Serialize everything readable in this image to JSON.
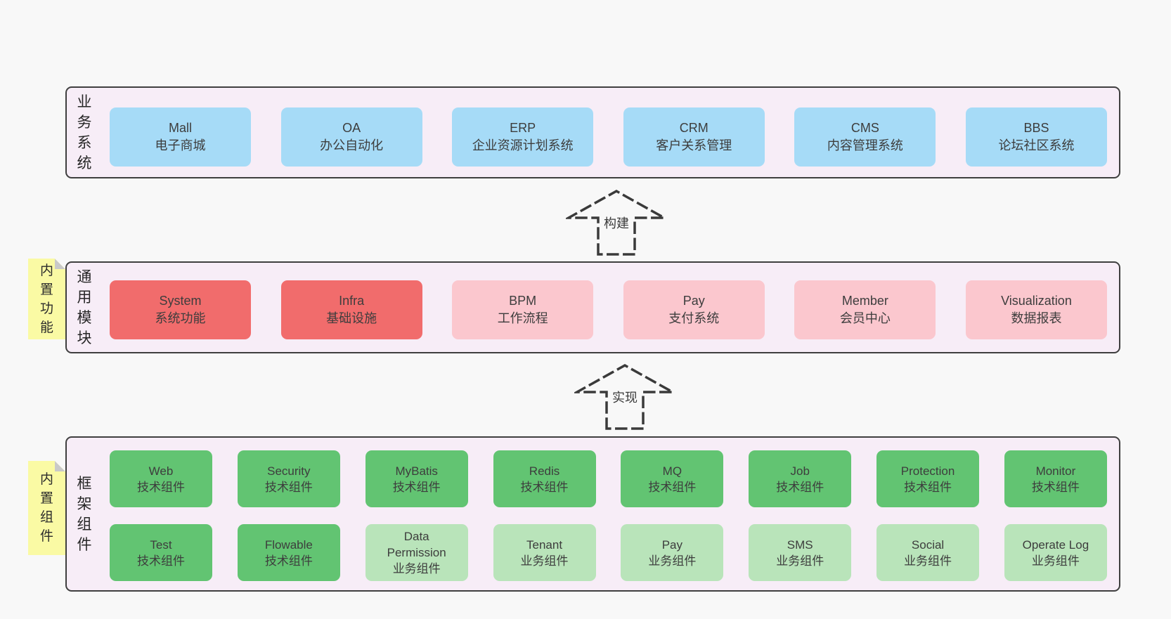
{
  "diagram": {
    "layers": {
      "business": {
        "label": "业务系统",
        "boxes": [
          {
            "en": "Mall",
            "zh": "电子商城"
          },
          {
            "en": "OA",
            "zh": "办公自动化"
          },
          {
            "en": "ERP",
            "zh": "企业资源计划系统"
          },
          {
            "en": "CRM",
            "zh": "客户关系管理"
          },
          {
            "en": "CMS",
            "zh": "内容管理系统"
          },
          {
            "en": "BBS",
            "zh": "论坛社区系统"
          }
        ]
      },
      "modules": {
        "label": "通用模块",
        "sticky": "内置功能",
        "boxes": [
          {
            "en": "System",
            "zh": "系统功能"
          },
          {
            "en": "Infra",
            "zh": "基础设施"
          },
          {
            "en": "BPM",
            "zh": "工作流程"
          },
          {
            "en": "Pay",
            "zh": "支付系统"
          },
          {
            "en": "Member",
            "zh": "会员中心"
          },
          {
            "en": "Visualization",
            "zh": "数据报表"
          }
        ]
      },
      "components": {
        "label": "框架组件",
        "sticky": "内置组件",
        "row1": [
          {
            "en": "Web",
            "zh": "技术组件"
          },
          {
            "en": "Security",
            "zh": "技术组件"
          },
          {
            "en": "MyBatis",
            "zh": "技术组件"
          },
          {
            "en": "Redis",
            "zh": "技术组件"
          },
          {
            "en": "MQ",
            "zh": "技术组件"
          },
          {
            "en": "Job",
            "zh": "技术组件"
          },
          {
            "en": "Protection",
            "zh": "技术组件"
          },
          {
            "en": "Monitor",
            "zh": "技术组件"
          }
        ],
        "row2": [
          {
            "en": "Test",
            "zh": "技术组件"
          },
          {
            "en": "Flowable",
            "zh": "技术组件"
          },
          {
            "en": "Data Permission",
            "zh": "业务组件"
          },
          {
            "en": "Tenant",
            "zh": "业务组件"
          },
          {
            "en": "Pay",
            "zh": "业务组件"
          },
          {
            "en": "SMS",
            "zh": "业务组件"
          },
          {
            "en": "Social",
            "zh": "业务组件"
          },
          {
            "en": "Operate Log",
            "zh": "业务组件"
          }
        ]
      }
    },
    "arrows": {
      "build": "构建",
      "implement": "实现"
    },
    "colors": {
      "page_bg": "#f8f8f8",
      "layer_bg": "#f7edf7",
      "blue": "#a6dbf7",
      "red": "#f16c6c",
      "pink": "#fbc7ce",
      "green": "#62c472",
      "light_green": "#b9e4ba",
      "yellow": "#fafaa4"
    }
  }
}
